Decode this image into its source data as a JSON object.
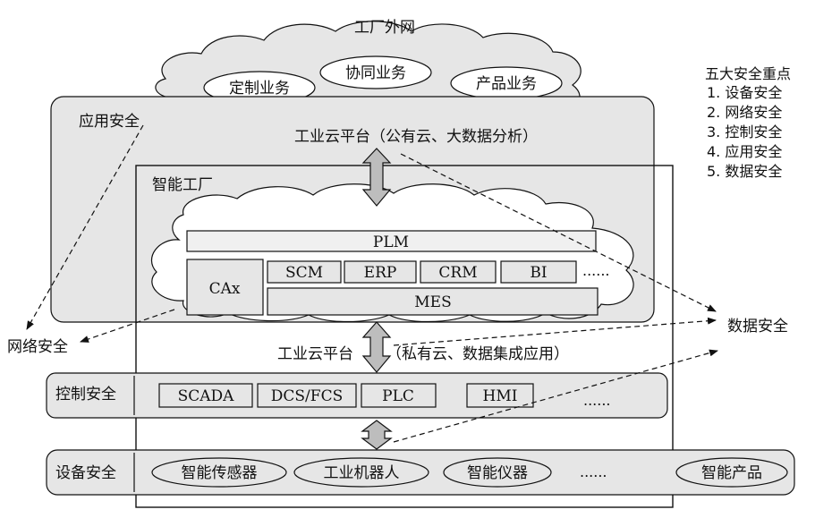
{
  "external_network": {
    "title": "工厂外网",
    "services": [
      "定制业务",
      "协同业务",
      "产品业务"
    ]
  },
  "key_points": {
    "heading": "五大安全重点",
    "items": [
      "1. 设备安全",
      "2. 网络安全",
      "3. 控制安全",
      "4. 应用安全",
      "5. 数据安全"
    ]
  },
  "application_layer": {
    "label": "应用安全",
    "public_cloud": "工业云平台（公有云、大数据分析）"
  },
  "smart_factory": {
    "label": "智能工厂",
    "plm": "PLM",
    "cax": "CAx",
    "systems": [
      "SCM",
      "ERP",
      "CRM",
      "BI"
    ],
    "more": "......",
    "mes": "MES",
    "private_cloud_prefix": "工业云平台",
    "private_cloud_suffix": "（私有云、数据集成应用）"
  },
  "side_labels": {
    "network_security": "网络安全",
    "data_security": "数据安全"
  },
  "control_layer": {
    "label": "控制安全",
    "items": [
      "SCADA",
      "DCS/FCS",
      "PLC",
      "HMI"
    ],
    "more": "......"
  },
  "device_layer": {
    "label": "设备安全",
    "items": [
      "智能传感器",
      "工业机器人",
      "智能仪器"
    ],
    "more": "......",
    "product": "智能产品"
  }
}
